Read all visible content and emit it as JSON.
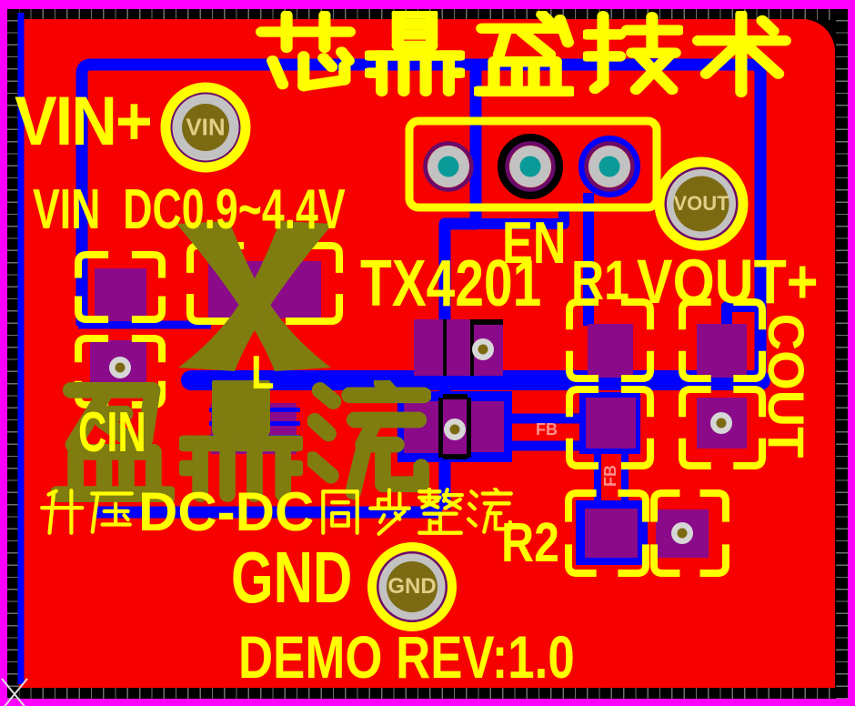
{
  "title": {
    "text": "芯鼎盛技术"
  },
  "watermark": {
    "text": "盈鼎流"
  },
  "labels": {
    "vin_plus": "VIN+",
    "vin_spec": "VIN  DC0.9~4.4V",
    "en": "EN",
    "part_number": "TX4201",
    "r1": "R1",
    "vout_plus": "VOUT+",
    "cin": "CIN",
    "inductor": "L",
    "cout": "COUT",
    "subtitle": "升压DC-DC同步整流",
    "r2": "R2",
    "gnd": "GND",
    "demo_rev": "DEMO REV:1.0"
  },
  "pad_labels": {
    "vin": "VIN",
    "vout": "VOUT",
    "gnd": "GND"
  },
  "net_labels": {
    "fb_horizontal": "FB",
    "fb_vertical": "FB"
  },
  "colors": {
    "board": "#f60000",
    "silkscreen": "#ffff00",
    "trace": "#0000ff",
    "pad": "#8a0a8a",
    "ring_gray": "#c2c2c2",
    "via_gray": "#d6d6d6",
    "hole_teal": "#0a9a98",
    "drill_olive": "#7c6a12",
    "overlay_olive": "#7f7d10",
    "frame": "#ff00ff",
    "ruler": "#000000",
    "tick": "#6e6e6e",
    "pad_text": "#e2cf87",
    "net_text": "#ff8f8f"
  }
}
